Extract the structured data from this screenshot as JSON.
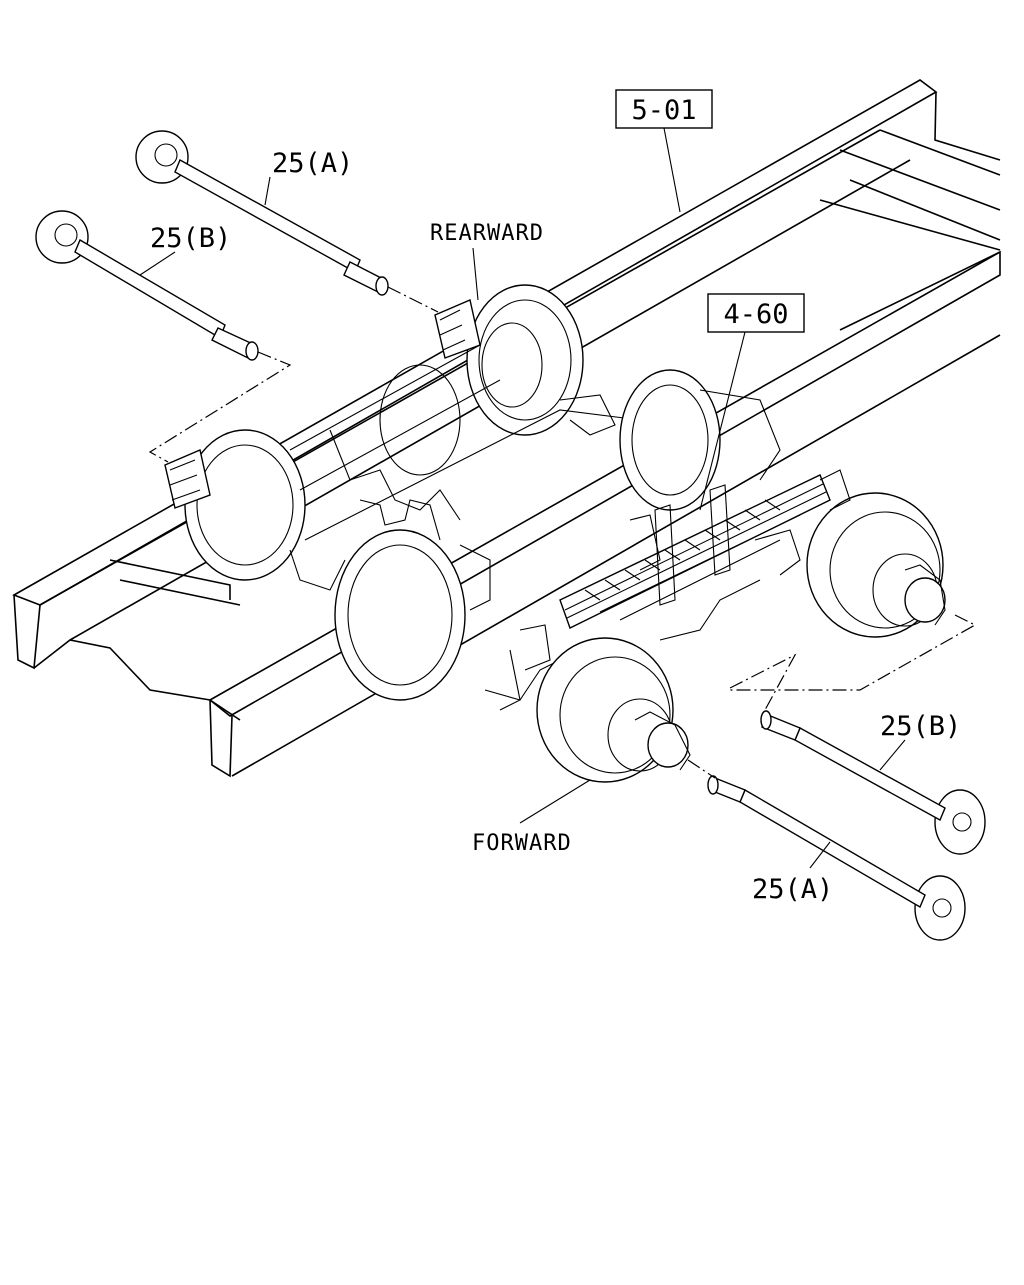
{
  "labels": {
    "ref_frame": "5-01",
    "ref_spring": "4-60",
    "rearward": "REARWARD",
    "forward": "FORWARD",
    "shaft_a_left": "25(A)",
    "shaft_b_left": "25(B)",
    "shaft_b_right": "25(B)",
    "shaft_a_right": "25(A)"
  }
}
